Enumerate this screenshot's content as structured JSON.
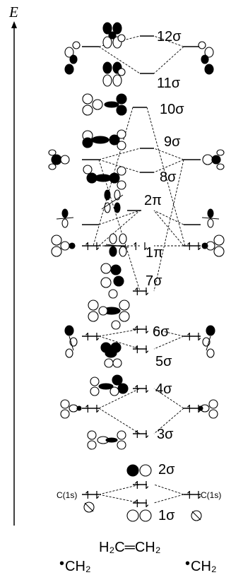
{
  "axis": {
    "label": "E"
  },
  "orbitals": {
    "12s": "12σ",
    "11s": "11σ",
    "10s": "10σ",
    "9s": "9σ",
    "8s": "8σ",
    "2p": "2π",
    "1p": "1π",
    "7s": "7σ",
    "6s": "6σ",
    "5s": "5σ",
    "4s": "4σ",
    "3s": "3σ",
    "2s": "2σ",
    "1s": "1σ"
  },
  "core": {
    "left": "C(1s)",
    "right": "C(1s)"
  },
  "electron_pair": "↿⇂",
  "molecule": {
    "ethylene": "H₂C═CH₂",
    "methylene_left": "CH₂",
    "methylene_right": "CH₂",
    "radical_dot": "•"
  }
}
